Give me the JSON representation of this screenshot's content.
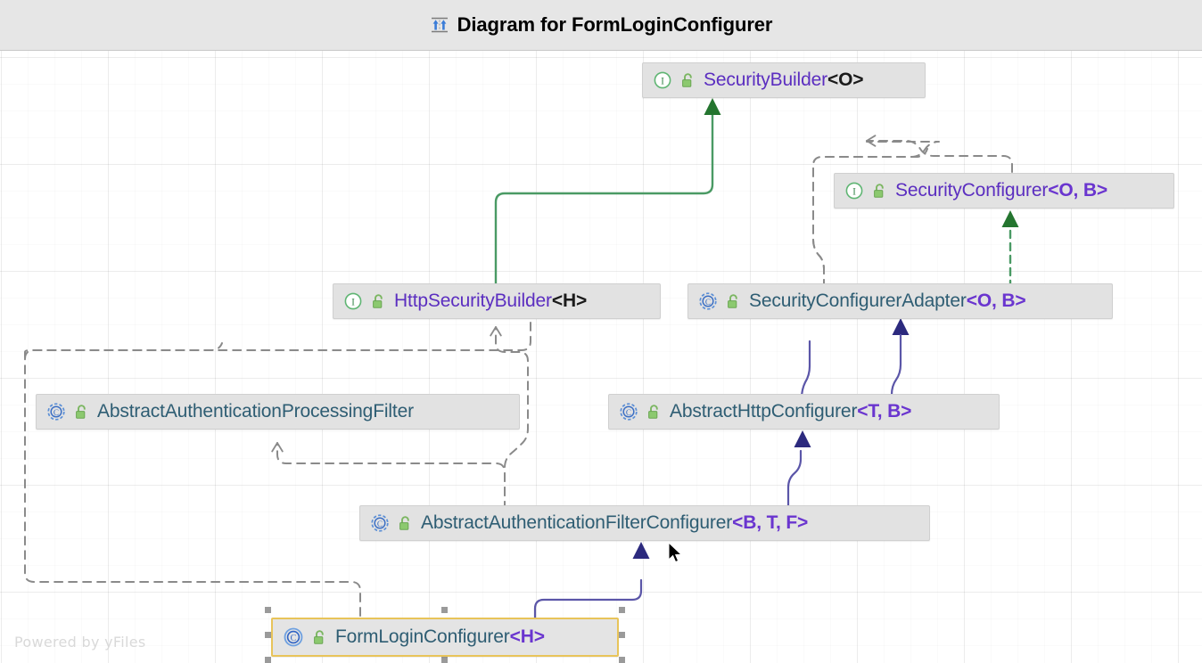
{
  "header": {
    "icon": "hierarchy-diagram-icon",
    "title": "Diagram for FormLoginConfigurer"
  },
  "canvas": {
    "watermark": "Powered by yFiles",
    "grid": "on",
    "background_color": "#ffffff",
    "header_background": "#e6e6e6",
    "node_background": "#e2e2e2",
    "selection_border_color": "#e8c45a"
  },
  "colors": {
    "interface_name": "#5b2ec0",
    "class_name": "#2e5d73",
    "generic_bracket": "#1a1a1a",
    "generic_param": "#6a35cf",
    "edge_green": "#2f8b4e",
    "edge_gray": "#8a8a8a",
    "edge_purple": "#3f3a8c",
    "interface_icon": "#4fae6a",
    "class_icon": "#4a7fd4",
    "lock_icon": "#7bb661"
  },
  "nodes": [
    {
      "id": "security-builder",
      "kind": "interface",
      "icon": "interface-icon",
      "visibility_icon": "public-unlock-icon",
      "name": "SecurityBuilder",
      "generics": "<O>",
      "generic_params": [
        "O"
      ],
      "selected": false
    },
    {
      "id": "security-configurer",
      "kind": "interface",
      "icon": "interface-icon",
      "visibility_icon": "public-unlock-icon",
      "name": "SecurityConfigurer",
      "generics": "<O, B>",
      "generic_params": [
        "O",
        "B"
      ],
      "selected": false
    },
    {
      "id": "http-security-builder",
      "kind": "interface",
      "icon": "interface-icon",
      "visibility_icon": "public-unlock-icon",
      "name": "HttpSecurityBuilder",
      "generics": "<H>",
      "generic_params": [
        "H"
      ],
      "selected": false
    },
    {
      "id": "security-configurer-adapter",
      "kind": "abstract-class",
      "icon": "abstract-class-icon",
      "visibility_icon": "public-unlock-icon",
      "name": "SecurityConfigurerAdapter",
      "generics": "<O, B>",
      "generic_params": [
        "O",
        "B"
      ],
      "selected": false
    },
    {
      "id": "abstract-authentication-processing-filter",
      "kind": "abstract-class",
      "icon": "abstract-class-icon",
      "visibility_icon": "public-unlock-icon",
      "name": "AbstractAuthenticationProcessingFilter",
      "generics": "",
      "generic_params": [],
      "selected": false
    },
    {
      "id": "abstract-http-configurer",
      "kind": "abstract-class",
      "icon": "abstract-class-icon",
      "visibility_icon": "public-unlock-icon",
      "name": "AbstractHttpConfigurer",
      "generics": "<T, B>",
      "generic_params": [
        "T",
        "B"
      ],
      "selected": false
    },
    {
      "id": "abstract-authentication-filter-configurer",
      "kind": "abstract-class",
      "icon": "abstract-class-icon",
      "visibility_icon": "public-unlock-icon",
      "name": "AbstractAuthenticationFilterConfigurer",
      "generics": "<B, T, F>",
      "generic_params": [
        "B",
        "T",
        "F"
      ],
      "selected": false
    },
    {
      "id": "form-login-configurer",
      "kind": "class",
      "icon": "class-icon",
      "visibility_icon": "public-unlock-icon",
      "name": "FormLoginConfigurer",
      "generics": "<H>",
      "generic_params": [
        "H"
      ],
      "selected": true
    }
  ],
  "edges": [
    {
      "id": "e1",
      "from": "http-security-builder",
      "to": "security-builder",
      "style": "solid",
      "color": "#2f8b4e",
      "arrow": "filled",
      "relation": "extends"
    },
    {
      "id": "e2",
      "from": "security-configurer",
      "to": "security-builder",
      "style": "dashed",
      "color": "#8a8a8a",
      "arrow": "open",
      "relation": "uses"
    },
    {
      "id": "e3",
      "from": "security-configurer-adapter",
      "to": "security-configurer",
      "style": "dashed",
      "color": "#2f8b4e",
      "arrow": "filled",
      "relation": "implements"
    },
    {
      "id": "e4",
      "from": "security-configurer-adapter",
      "to": "security-builder",
      "style": "dashed",
      "color": "#8a8a8a",
      "arrow": "open",
      "relation": "uses"
    },
    {
      "id": "e5",
      "from": "abstract-http-configurer",
      "to": "security-configurer-adapter",
      "style": "solid",
      "color": "#3f3a8c",
      "arrow": "filled",
      "relation": "extends"
    },
    {
      "id": "e6",
      "from": "abstract-authentication-filter-configurer",
      "to": "abstract-http-configurer",
      "style": "solid",
      "color": "#3f3a8c",
      "arrow": "filled",
      "relation": "extends"
    },
    {
      "id": "e7",
      "from": "form-login-configurer",
      "to": "abstract-authentication-filter-configurer",
      "style": "solid",
      "color": "#3f3a8c",
      "arrow": "filled",
      "relation": "extends"
    },
    {
      "id": "e8",
      "from": "abstract-authentication-filter-configurer",
      "to": "http-security-builder",
      "style": "dashed",
      "color": "#8a8a8a",
      "arrow": "open",
      "relation": "uses"
    },
    {
      "id": "e9",
      "from": "abstract-authentication-filter-configurer",
      "to": "abstract-authentication-processing-filter",
      "style": "dashed",
      "color": "#8a8a8a",
      "arrow": "open",
      "relation": "uses"
    },
    {
      "id": "e10",
      "from": "form-login-configurer",
      "to": "abstract-authentication-processing-filter",
      "style": "dashed",
      "color": "#8a8a8a",
      "arrow": "open",
      "relation": "uses"
    }
  ]
}
